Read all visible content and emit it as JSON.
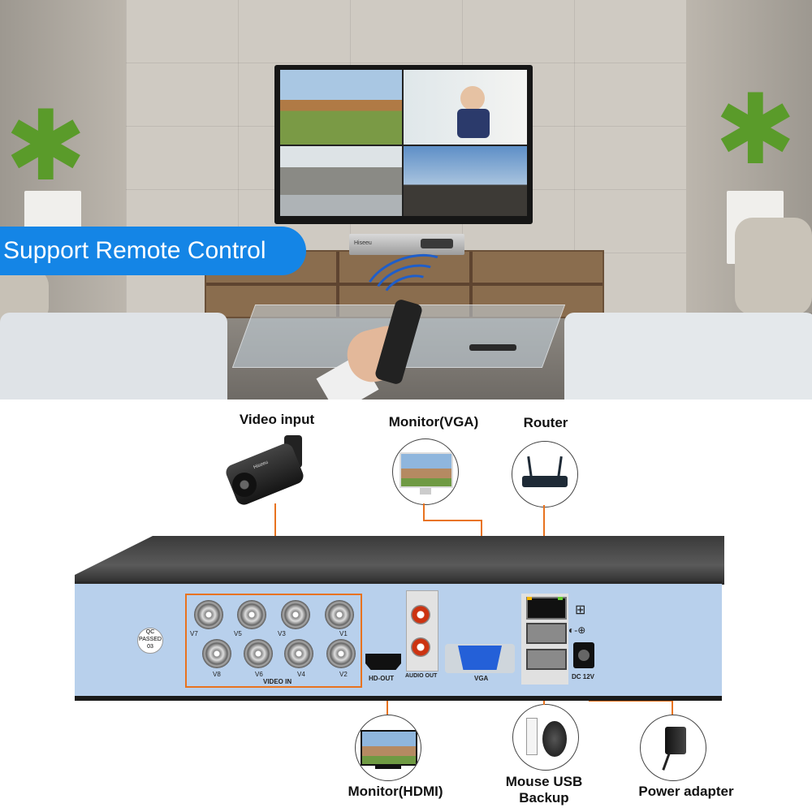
{
  "banner": {
    "text": "Support Remote Control"
  },
  "dvr_small": {
    "brand": "Hiseeu"
  },
  "connections": {
    "video_input": "Video input",
    "monitor_vga": "Monitor(VGA)",
    "router": "Router",
    "monitor_hdmi": "Monitor(HDMI)",
    "mouse_usb_backup_line1": "Mouse USB",
    "mouse_usb_backup_line2": "Backup",
    "power_adapter": "Power adapter"
  },
  "camera": {
    "brand": "Hiseeu"
  },
  "rear_panel": {
    "bnc_top": [
      "V7",
      "V5",
      "V3",
      "V1"
    ],
    "bnc_bottom": [
      "V8",
      "V6",
      "V4",
      "V2"
    ],
    "video_in": "VIDEO IN",
    "hd_out": "HD-OUT",
    "audio_out": "AUDIO OUT",
    "vga": "VGA",
    "dc": "DC 12V",
    "qc_line1": "QC",
    "qc_line2": "PASSED",
    "qc_line3": "03"
  },
  "colors": {
    "banner": "#1485e6",
    "connector_line": "#e8731f",
    "panel": "#b8d0ec"
  }
}
